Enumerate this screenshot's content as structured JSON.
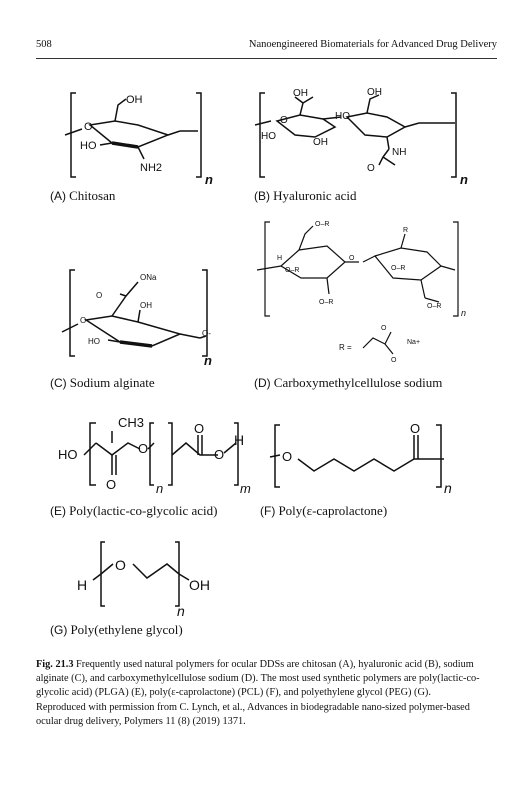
{
  "header": {
    "page_number": "508",
    "running_title": "Nanoengineered Biomaterials for Advanced Drug Delivery"
  },
  "panels": [
    {
      "letter": "(A)",
      "name": "Chitosan"
    },
    {
      "letter": "(B)",
      "name": "Hyaluronic acid"
    },
    {
      "letter": "(C)",
      "name": "Sodium alginate"
    },
    {
      "letter": "(D)",
      "name": "Carboxymethylcellulose sodium"
    },
    {
      "letter": "(E)",
      "name": "Poly(lactic-co-glycolic acid)"
    },
    {
      "letter": "(F)",
      "name": "Poly(ε-caprolactone)"
    },
    {
      "letter": "(G)",
      "name": "Poly(ethylene glycol)"
    }
  ],
  "atoms": {
    "oh": "OH",
    "ho": "HO",
    "nh2": "NH2",
    "nh": "NH",
    "o": "O",
    "n": "n",
    "m": "m",
    "ona": "ONa",
    "o_minus": "O-",
    "ch3": "CH3",
    "h": "H",
    "h_upper": "H",
    "o_r": "O–R",
    "r": "R",
    "r_eq": "R =",
    "na_plus": "Na+"
  },
  "caption": {
    "fig_label": "Fig. 21.3",
    "text": "Frequently used natural polymers for ocular DDSs are chitosan (A), hyaluronic acid (B), sodium alginate (C), and carboxymethylcellulose sodium (D). The most used synthetic polymers are poly(lactic-co-glycolic acid) (PLGA) (E), poly(ε-caprolactone) (PCL) (F), and polyethylene glycol (PEG) (G).",
    "reproduced": "Reproduced with permission from C. Lynch, et al., Advances in biodegradable nano-sized polymer-based ocular drug delivery, Polymers 11 (8) (2019) 1371."
  }
}
